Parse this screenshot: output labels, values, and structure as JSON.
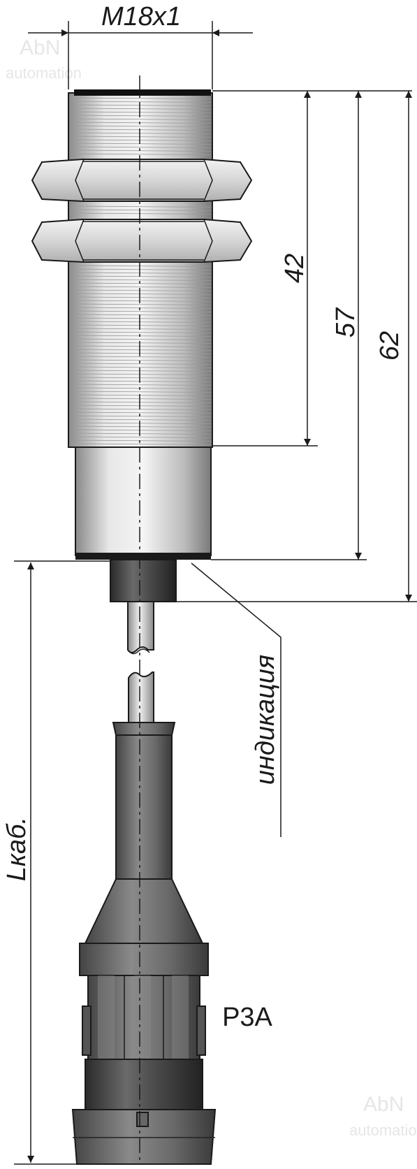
{
  "dimensions": {
    "thread": "M18x1",
    "d42": "42",
    "d57": "57",
    "d62": "62",
    "cable_length": "Lкаб."
  },
  "labels": {
    "indication": "индикация",
    "connector": "P3A"
  },
  "watermark": {
    "brand": "AbN",
    "sub": "automation"
  },
  "colors": {
    "line": "#1a1a1a",
    "metal_light": "#e2e2e2",
    "metal_mid": "#bdbdbd",
    "dark": "#3a3a3a"
  }
}
